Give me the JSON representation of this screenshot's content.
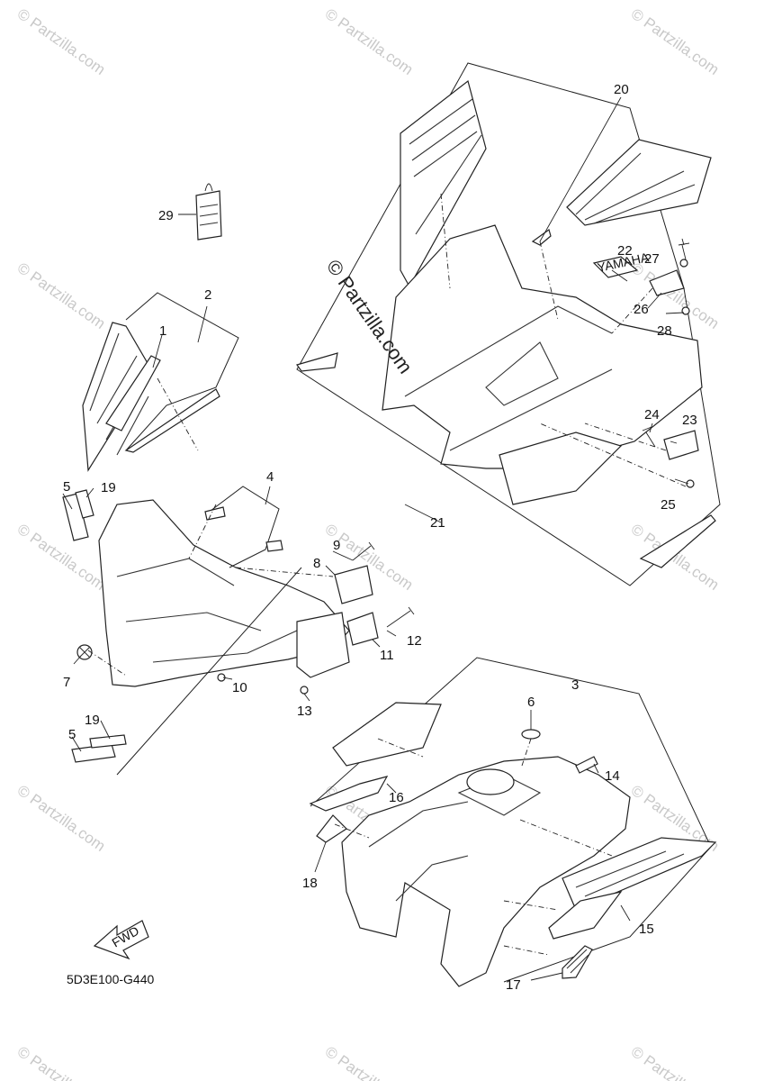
{
  "watermark": {
    "text": "© Partzilla.com",
    "center_text": "© Partzilla.com"
  },
  "diagram_code": "5D3E100-G440",
  "fwd_label": "FWD",
  "callouts": {
    "c1": "1",
    "c2": "2",
    "c3": "3",
    "c4": "4",
    "c5a": "5",
    "c5b": "5",
    "c6": "6",
    "c7": "7",
    "c8": "8",
    "c9": "9",
    "c10": "10",
    "c11": "11",
    "c12": "12",
    "c13": "13",
    "c14": "14",
    "c15": "15",
    "c16": "16",
    "c17": "17",
    "c18": "18",
    "c19a": "19",
    "c19b": "19",
    "c20": "20",
    "c21": "21",
    "c22": "22",
    "c23": "23",
    "c24": "24",
    "c25": "25",
    "c26": "26",
    "c27": "27",
    "c28": "28",
    "c29": "29"
  },
  "emblem_text": "YAMAHA",
  "colors": {
    "line": "#222222",
    "watermark": "#c9c9c9",
    "background": "#ffffff"
  }
}
